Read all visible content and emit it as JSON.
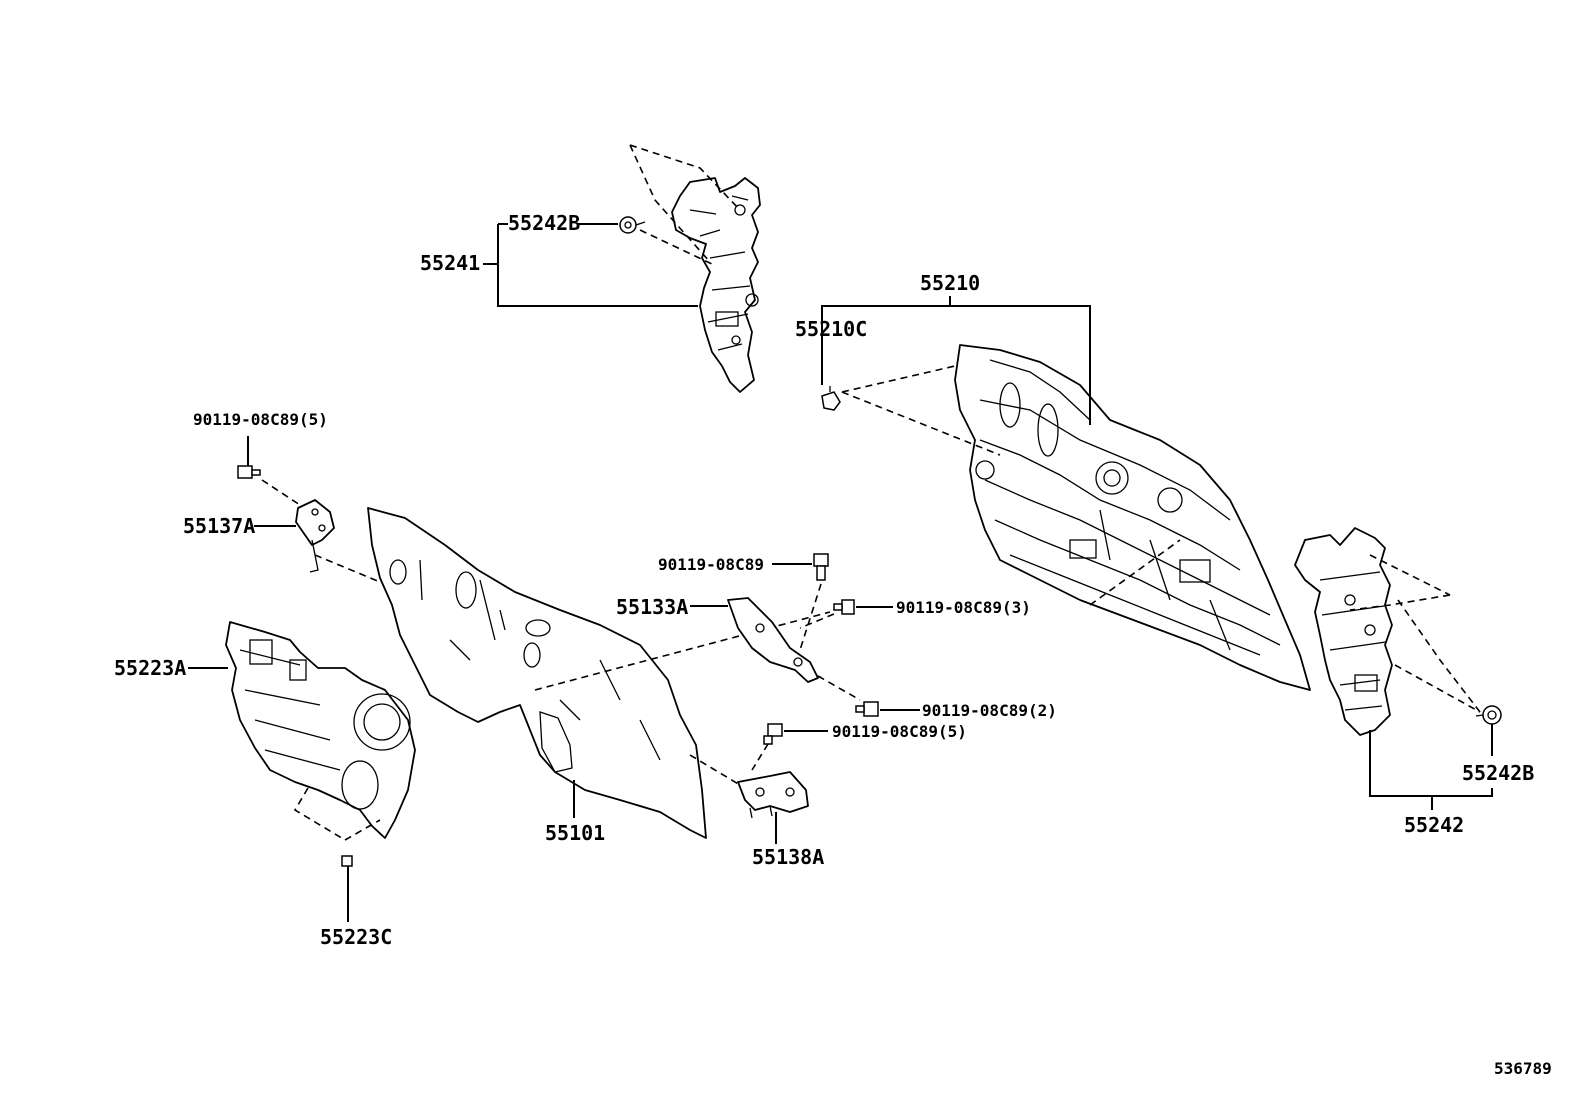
{
  "labels": {
    "p55241": "55241",
    "p55242B_top": "55242B",
    "p55210": "55210",
    "p55210C": "55210C",
    "bolt_90119_08C89_5_top": "90119-08C89(5)",
    "p55137A": "55137A",
    "bolt_90119_08C89": "90119-08C89",
    "p55133A": "55133A",
    "bolt_90119_08C89_3": "90119-08C89(3)",
    "p55223A": "55223A",
    "bolt_90119_08C89_2": "90119-08C89(2)",
    "bolt_90119_08C89_5_mid": "90119-08C89(5)",
    "p55101": "55101",
    "p55138A": "55138A",
    "p55223C": "55223C",
    "p55242B_right": "55242B",
    "p55242": "55242",
    "diagram_id": "536789"
  }
}
